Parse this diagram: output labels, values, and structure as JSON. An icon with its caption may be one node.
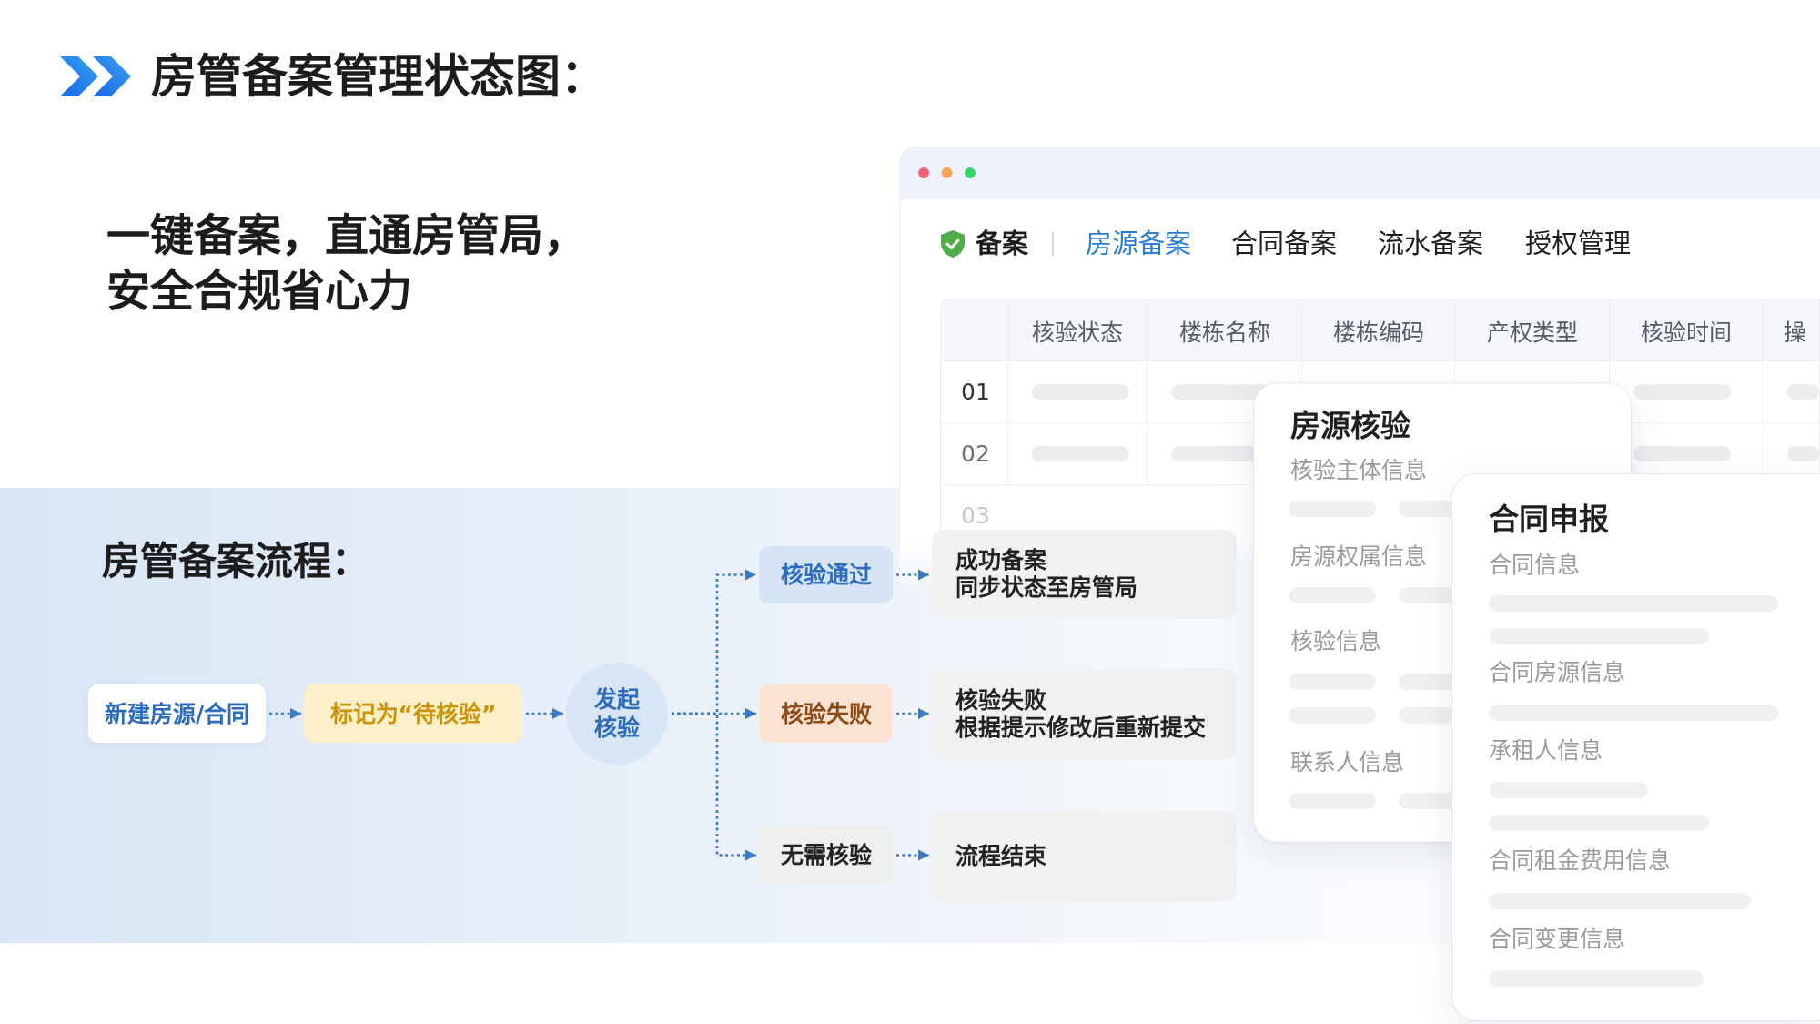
{
  "diagram": {
    "title": "房管备案管理状态图：",
    "nodes": [
      {
        "text": [
          "新建房源/合同"
        ]
      },
      {
        "text": [
          "标记为“待核验”"
        ]
      },
      {
        "text": [
          "发起核验"
        ]
      },
      {
        "text": [
          "核验通过"
        ]
      },
      {
        "text": [
          "核验失败"
        ]
      },
      {
        "text": [
          "无需核验"
        ]
      },
      {
        "text": [
          "成功备案",
          "同步状态至房管局"
        ]
      },
      {
        "text": [
          "核验失败",
          "根据提示修改后重新提交"
        ]
      },
      {
        "text": [
          "流程结束"
        ]
      }
    ],
    "edges": [
      {
        "from": 0,
        "to": 1,
        "arrow": "to",
        "style": "dashed"
      },
      {
        "from": 1,
        "to": 2,
        "arrow": "to",
        "style": "dashed"
      },
      {
        "from": 2,
        "to": 3,
        "arrow": "to",
        "style": "dashed"
      },
      {
        "from": 2,
        "to": 4,
        "arrow": "to",
        "style": "dashed"
      },
      {
        "from": 2,
        "to": 5,
        "arrow": "to",
        "style": "dashed"
      },
      {
        "from": 3,
        "to": 6,
        "arrow": "to",
        "style": "dashed"
      },
      {
        "from": 4,
        "to": 7,
        "arrow": "to",
        "style": "dashed"
      },
      {
        "from": 5,
        "to": 8,
        "arrow": "to",
        "style": "dashed"
      }
    ],
    "labels": [
      "一键备案，直通房管局，安全合规省心力",
      "备案",
      "房源备案",
      "合同备案",
      "流水备案",
      "授权管理",
      "核验状态",
      "楼栋名称",
      "楼栋编码",
      "产权类型",
      "核验时间",
      "操",
      "01",
      "02",
      "03",
      "房源核验",
      "核验主体信息",
      "房源权属信息",
      "核验信息",
      "联系人信息",
      "合同申报",
      "合同信息",
      "合同房源信息",
      "承租人信息",
      "合同租金费用信息",
      "合同变更信息",
      "房管备案流程："
    ]
  }
}
